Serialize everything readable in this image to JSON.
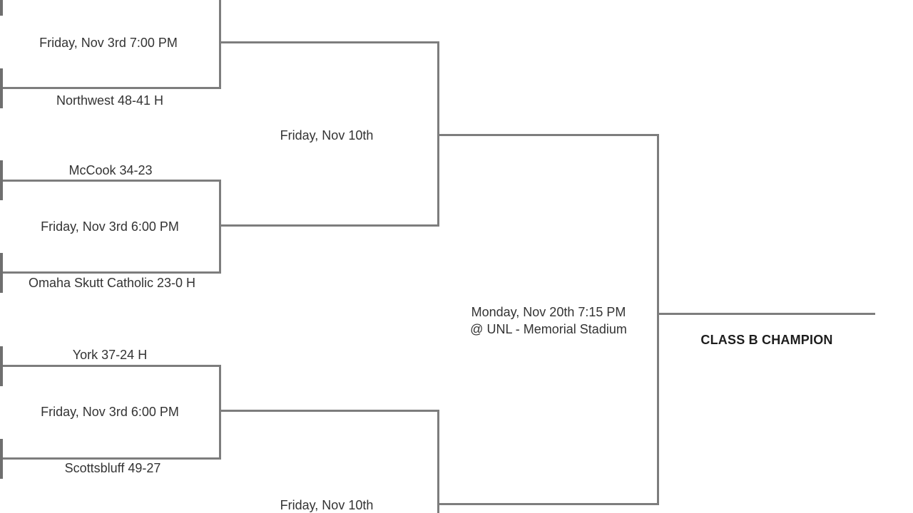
{
  "colors": {
    "background": "#ffffff",
    "line": "#7d7d7d",
    "stub": "#6f6f6f",
    "text": "#333333",
    "champion_text": "#1d1d1d"
  },
  "bracket": {
    "rounds": {
      "quarterfinals": {
        "game1": {
          "time": "Friday, Nov 3rd 7:00 PM",
          "bottom_team": "Northwest 48-41 H"
        },
        "game2": {
          "top_team": "McCook 34-23",
          "time": "Friday, Nov 3rd 6:00 PM",
          "bottom_team": "Omaha Skutt Catholic 23-0 H"
        },
        "game3": {
          "top_team": "York 37-24 H",
          "time": "Friday, Nov 3rd 6:00 PM",
          "bottom_team": "Scottsbluff 49-27"
        }
      },
      "semifinals": {
        "game1": {
          "time": "Friday, Nov 10th"
        },
        "game2": {
          "time": "Friday, Nov 10th"
        }
      },
      "championship": {
        "time": "Monday, Nov 20th 7:15 PM",
        "venue": "@ UNL - Memorial Stadium"
      }
    },
    "champion_label": "CLASS B CHAMPION"
  }
}
